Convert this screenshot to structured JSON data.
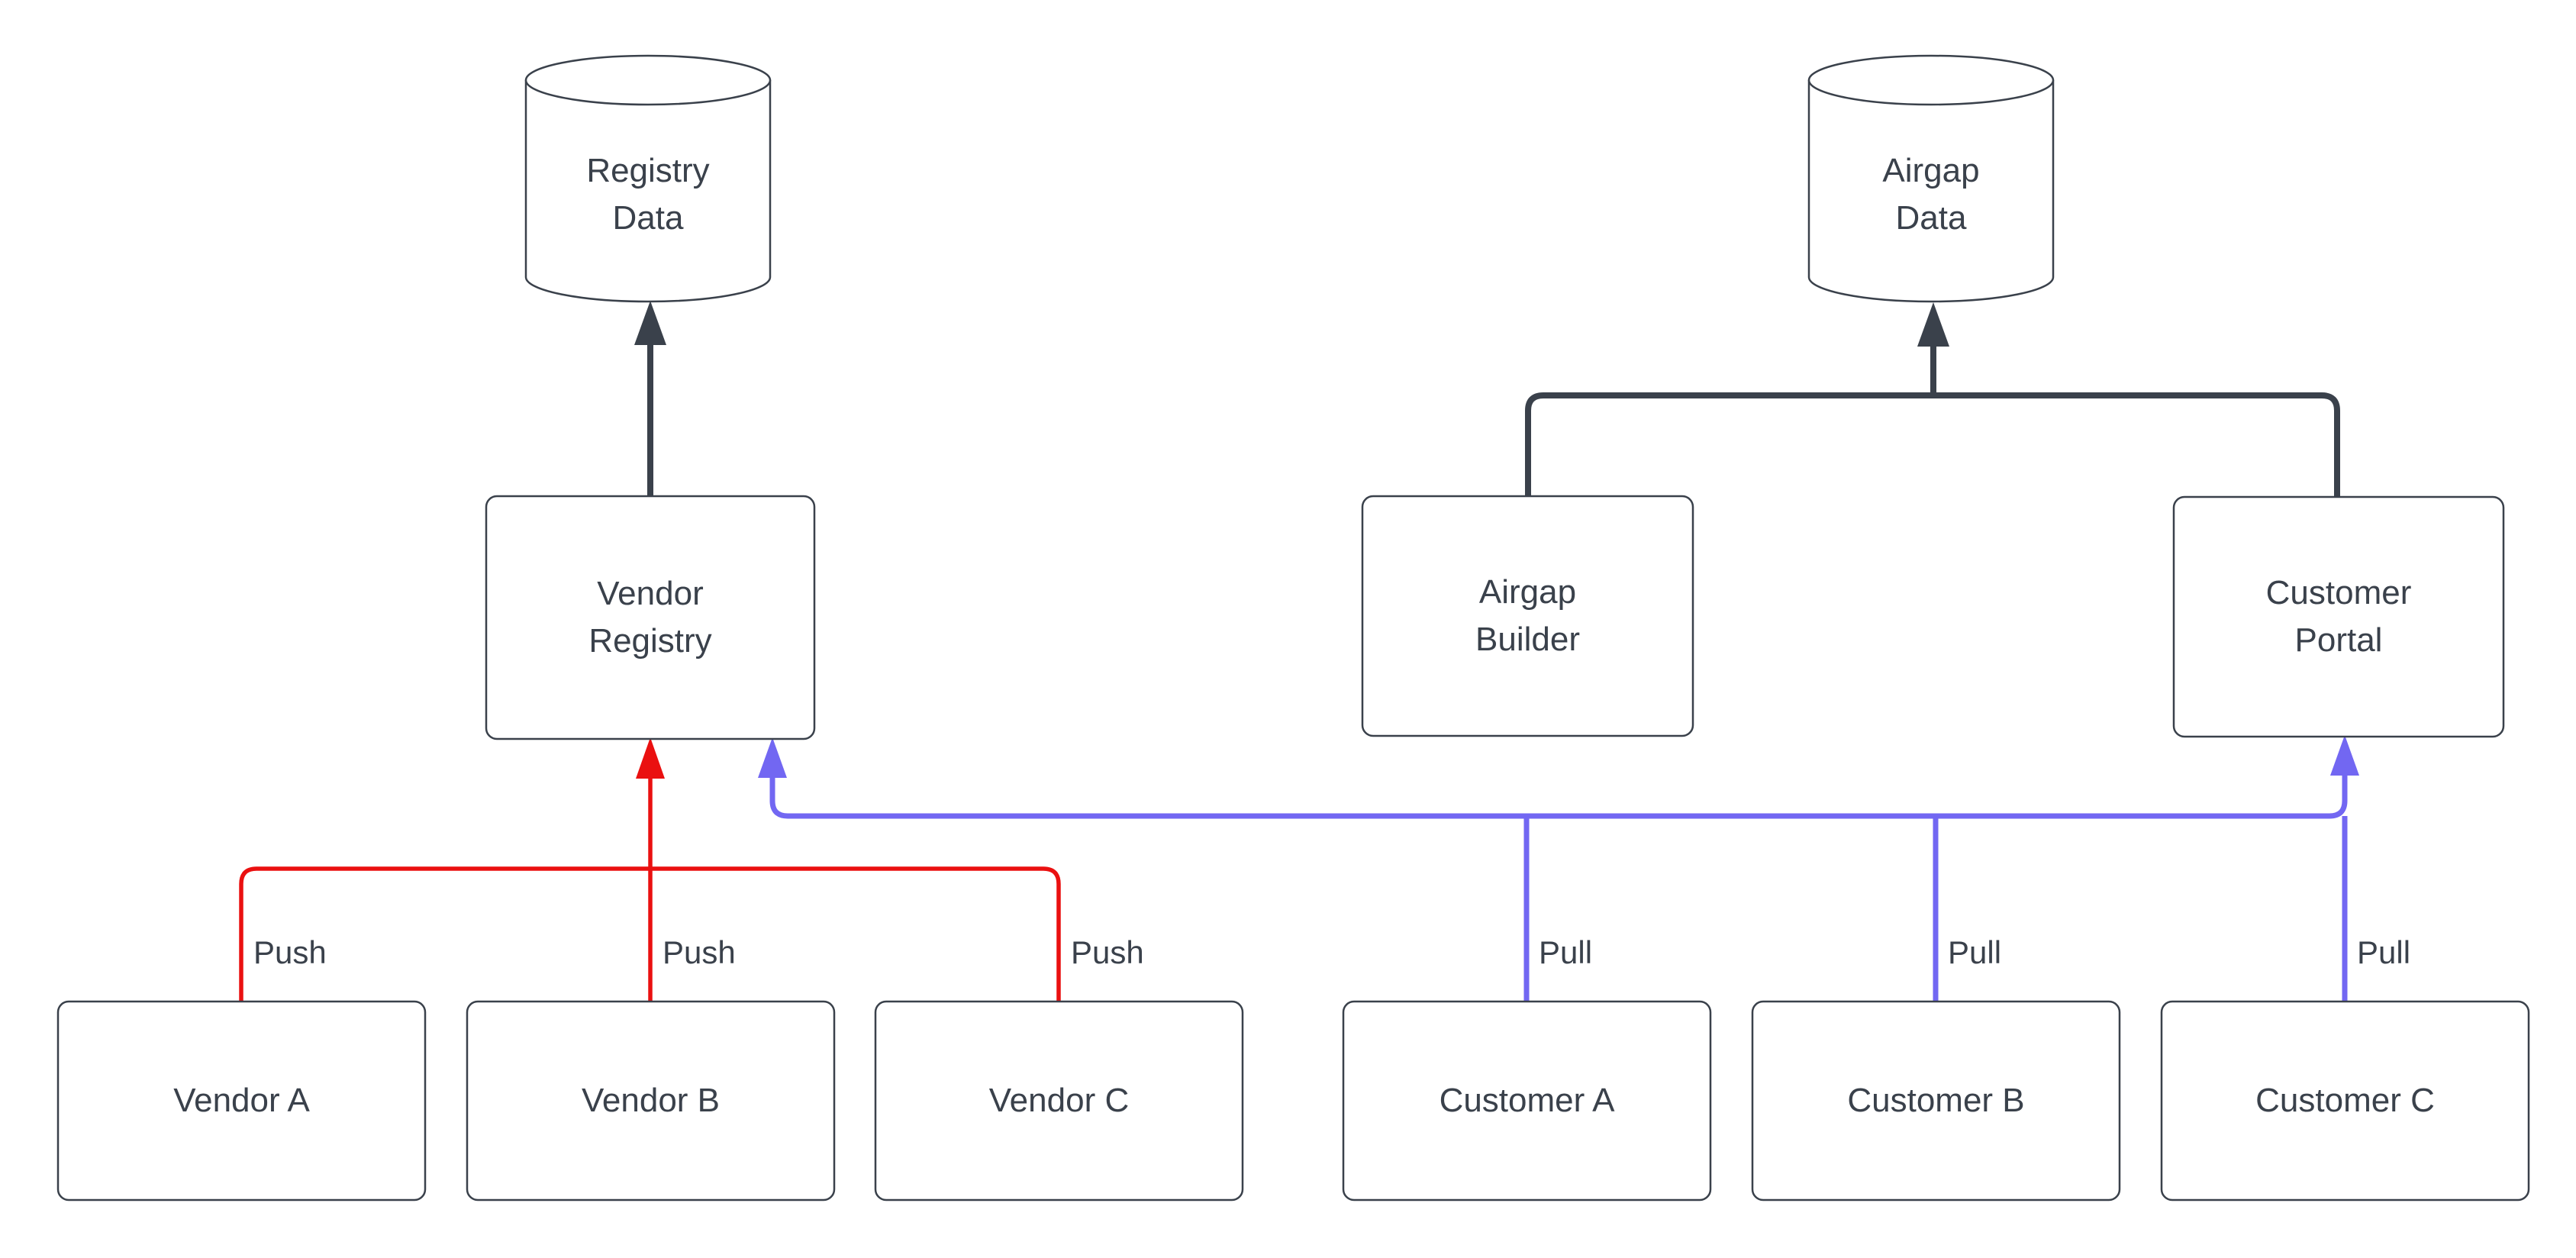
{
  "diagram": {
    "title": "",
    "background": "#ffffff",
    "colors": {
      "node_border": "#3a414b",
      "node_fill": "#ffffff",
      "text": "#3a414b",
      "push_edge": "#ea1010",
      "pull_edge": "#7267f2",
      "data_edge": "#3a414b"
    },
    "nodes": {
      "registry_data": {
        "type": "cylinder",
        "lines": [
          "Registry",
          "Data"
        ]
      },
      "airgap_data": {
        "type": "cylinder",
        "lines": [
          "Airgap",
          "Data"
        ]
      },
      "vendor_registry": {
        "type": "box",
        "lines": [
          "Vendor",
          "Registry"
        ]
      },
      "airgap_builder": {
        "type": "box",
        "lines": [
          "Airgap",
          "Builder"
        ]
      },
      "customer_portal": {
        "type": "box",
        "lines": [
          "Customer",
          "Portal"
        ]
      },
      "vendor_a": {
        "type": "box",
        "label": "Vendor A"
      },
      "vendor_b": {
        "type": "box",
        "label": "Vendor B"
      },
      "vendor_c": {
        "type": "box",
        "label": "Vendor C"
      },
      "customer_a": {
        "type": "box",
        "label": "Customer A"
      },
      "customer_b": {
        "type": "box",
        "label": "Customer B"
      },
      "customer_c": {
        "type": "box",
        "label": "Customer C"
      }
    },
    "edges": [
      {
        "from": "Vendor A",
        "to": "Vendor Registry",
        "label": "Push",
        "color": "#ea1010"
      },
      {
        "from": "Vendor B",
        "to": "Vendor Registry",
        "label": "Push",
        "color": "#ea1010"
      },
      {
        "from": "Vendor C",
        "to": "Vendor Registry",
        "label": "Push",
        "color": "#ea1010"
      },
      {
        "from": "Customer A",
        "to": "Vendor Registry",
        "label": "Pull",
        "color": "#7267f2"
      },
      {
        "from": "Customer B",
        "to": "Vendor Registry",
        "label": "Pull",
        "color": "#7267f2"
      },
      {
        "from": "Customer C",
        "to": "Customer Portal",
        "label": "Pull",
        "color": "#7267f2"
      },
      {
        "from": "Vendor Registry",
        "to": "Registry Data",
        "label": "",
        "color": "#3a414b"
      },
      {
        "from": "Airgap Builder",
        "to": "Airgap Data",
        "label": "",
        "color": "#3a414b"
      },
      {
        "from": "Customer Portal",
        "to": "Airgap Data",
        "label": "",
        "color": "#3a414b"
      }
    ]
  }
}
